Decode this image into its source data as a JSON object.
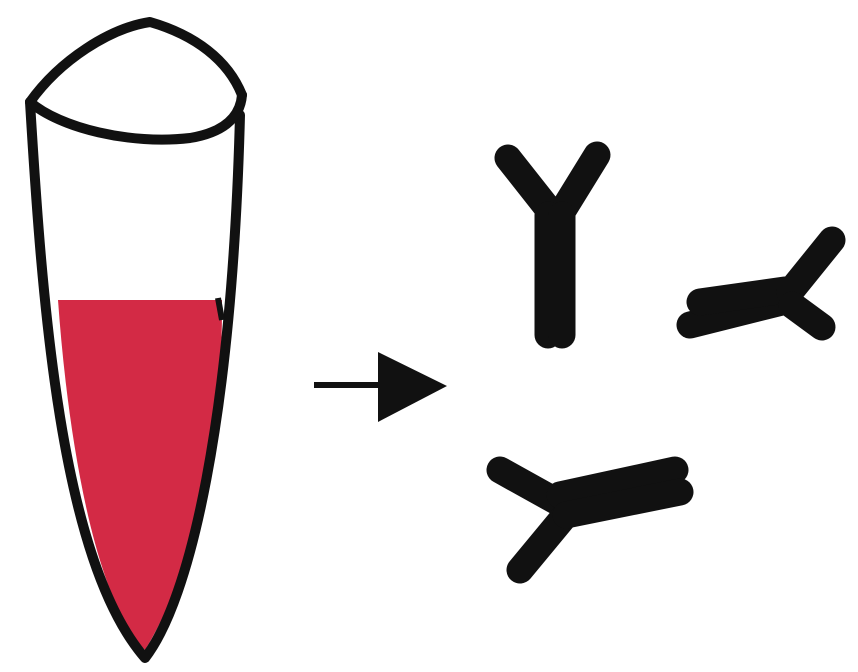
{
  "colors": {
    "background": "#ffffff",
    "ink": "#111111",
    "liquid": "#d32a45"
  },
  "tube": {
    "icon": "conical-tube-icon",
    "contents_color": "#d32a45"
  },
  "arrow": {
    "icon": "right-arrow-icon"
  },
  "antibodies": [
    {
      "icon": "antibody-icon",
      "orientation": "upright"
    },
    {
      "icon": "antibody-icon",
      "orientation": "rotated-left"
    },
    {
      "icon": "antibody-icon",
      "orientation": "rotated-right"
    }
  ]
}
